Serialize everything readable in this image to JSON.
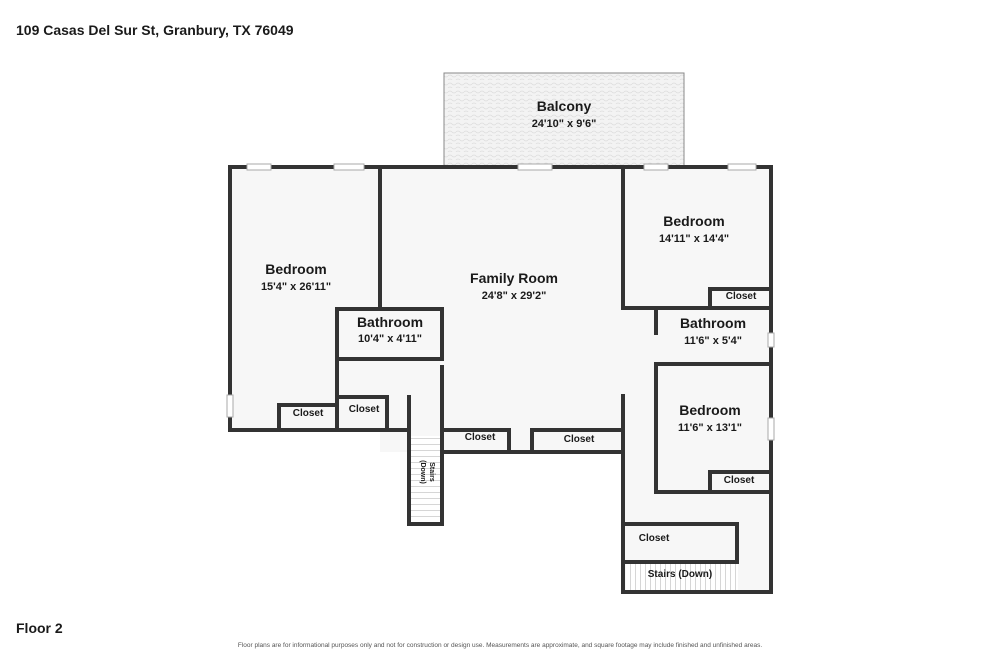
{
  "address": "109 Casas Del Sur St, Granbury, TX 76049",
  "floor_label": "Floor 2",
  "disclaimer": "Floor plans are for informational purposes only and not for construction or design use. Measurements are approximate, and square footage may include finished and unfinished areas.",
  "colors": {
    "wall": "#333333",
    "floor": "#f7f7f7",
    "balcony": "#f3f3f3",
    "window": "#cccccc"
  },
  "rooms": {
    "balcony": {
      "name": "Balcony",
      "dims": "24'10\" x 9'6\""
    },
    "bedroom_left": {
      "name": "Bedroom",
      "dims": "15'4\" x 26'11\""
    },
    "family_room": {
      "name": "Family Room",
      "dims": "24'8\" x 29'2\""
    },
    "bath_center": {
      "name": "Bathroom",
      "dims": "10'4\" x 4'11\""
    },
    "bedroom_ur": {
      "name": "Bedroom",
      "dims": "14'11\" x 14'4\""
    },
    "bath_right": {
      "name": "Bathroom",
      "dims": "11'6\" x 5'4\""
    },
    "bedroom_lr": {
      "name": "Bedroom",
      "dims": "11'6\" x 13'1\""
    }
  },
  "closets": {
    "label": "Closet",
    "left_a": "Closet",
    "left_b": "Closet",
    "family_a": "Closet",
    "family_b": "Closet",
    "ur": "Closet",
    "lr": "Closet",
    "hall": "Closet"
  },
  "stairs": {
    "left_line1": "Stairs",
    "left_line2": "(Down)",
    "right": "Stairs (Down)"
  }
}
